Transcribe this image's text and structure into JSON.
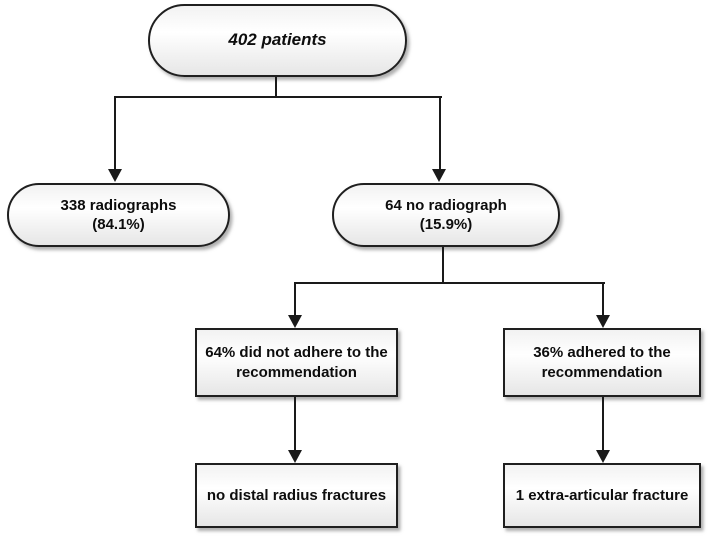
{
  "diagram": {
    "type": "flowchart",
    "background": "#ffffff",
    "colors": {
      "node_border": "#1f1f1f",
      "node_fill_top": "#f2f2f2",
      "node_fill_bottom": "#e6e6e6",
      "connector": "#1a1a1a",
      "text": "#0d0d0d",
      "shadow": "#6e6e6e"
    },
    "nodes": [
      {
        "id": "patients",
        "shape": "stadium",
        "lines": [
          "402 patients"
        ]
      },
      {
        "id": "radiographs",
        "shape": "stadium",
        "lines": [
          "338 radiographs",
          "(84.1%)"
        ]
      },
      {
        "id": "no_radiograph",
        "shape": "stadium",
        "lines": [
          "64 no radiograph",
          "(15.9%)"
        ]
      },
      {
        "id": "not_adhere",
        "shape": "rect",
        "lines": [
          "64% did not adhere to the",
          "recommendation"
        ]
      },
      {
        "id": "adhere",
        "shape": "rect",
        "lines": [
          "36% adhered to the",
          "recommendation"
        ]
      },
      {
        "id": "no_fractures",
        "shape": "rect",
        "lines": [
          "no distal radius fractures"
        ]
      },
      {
        "id": "extra_articular",
        "shape": "rect",
        "lines": [
          "1 extra-articular fracture"
        ]
      }
    ],
    "edges": [
      {
        "from": "patients",
        "to": "radiographs"
      },
      {
        "from": "patients",
        "to": "no_radiograph"
      },
      {
        "from": "no_radiograph",
        "to": "not_adhere"
      },
      {
        "from": "no_radiograph",
        "to": "adhere"
      },
      {
        "from": "not_adhere",
        "to": "no_fractures"
      },
      {
        "from": "adhere",
        "to": "extra_articular"
      }
    ]
  }
}
